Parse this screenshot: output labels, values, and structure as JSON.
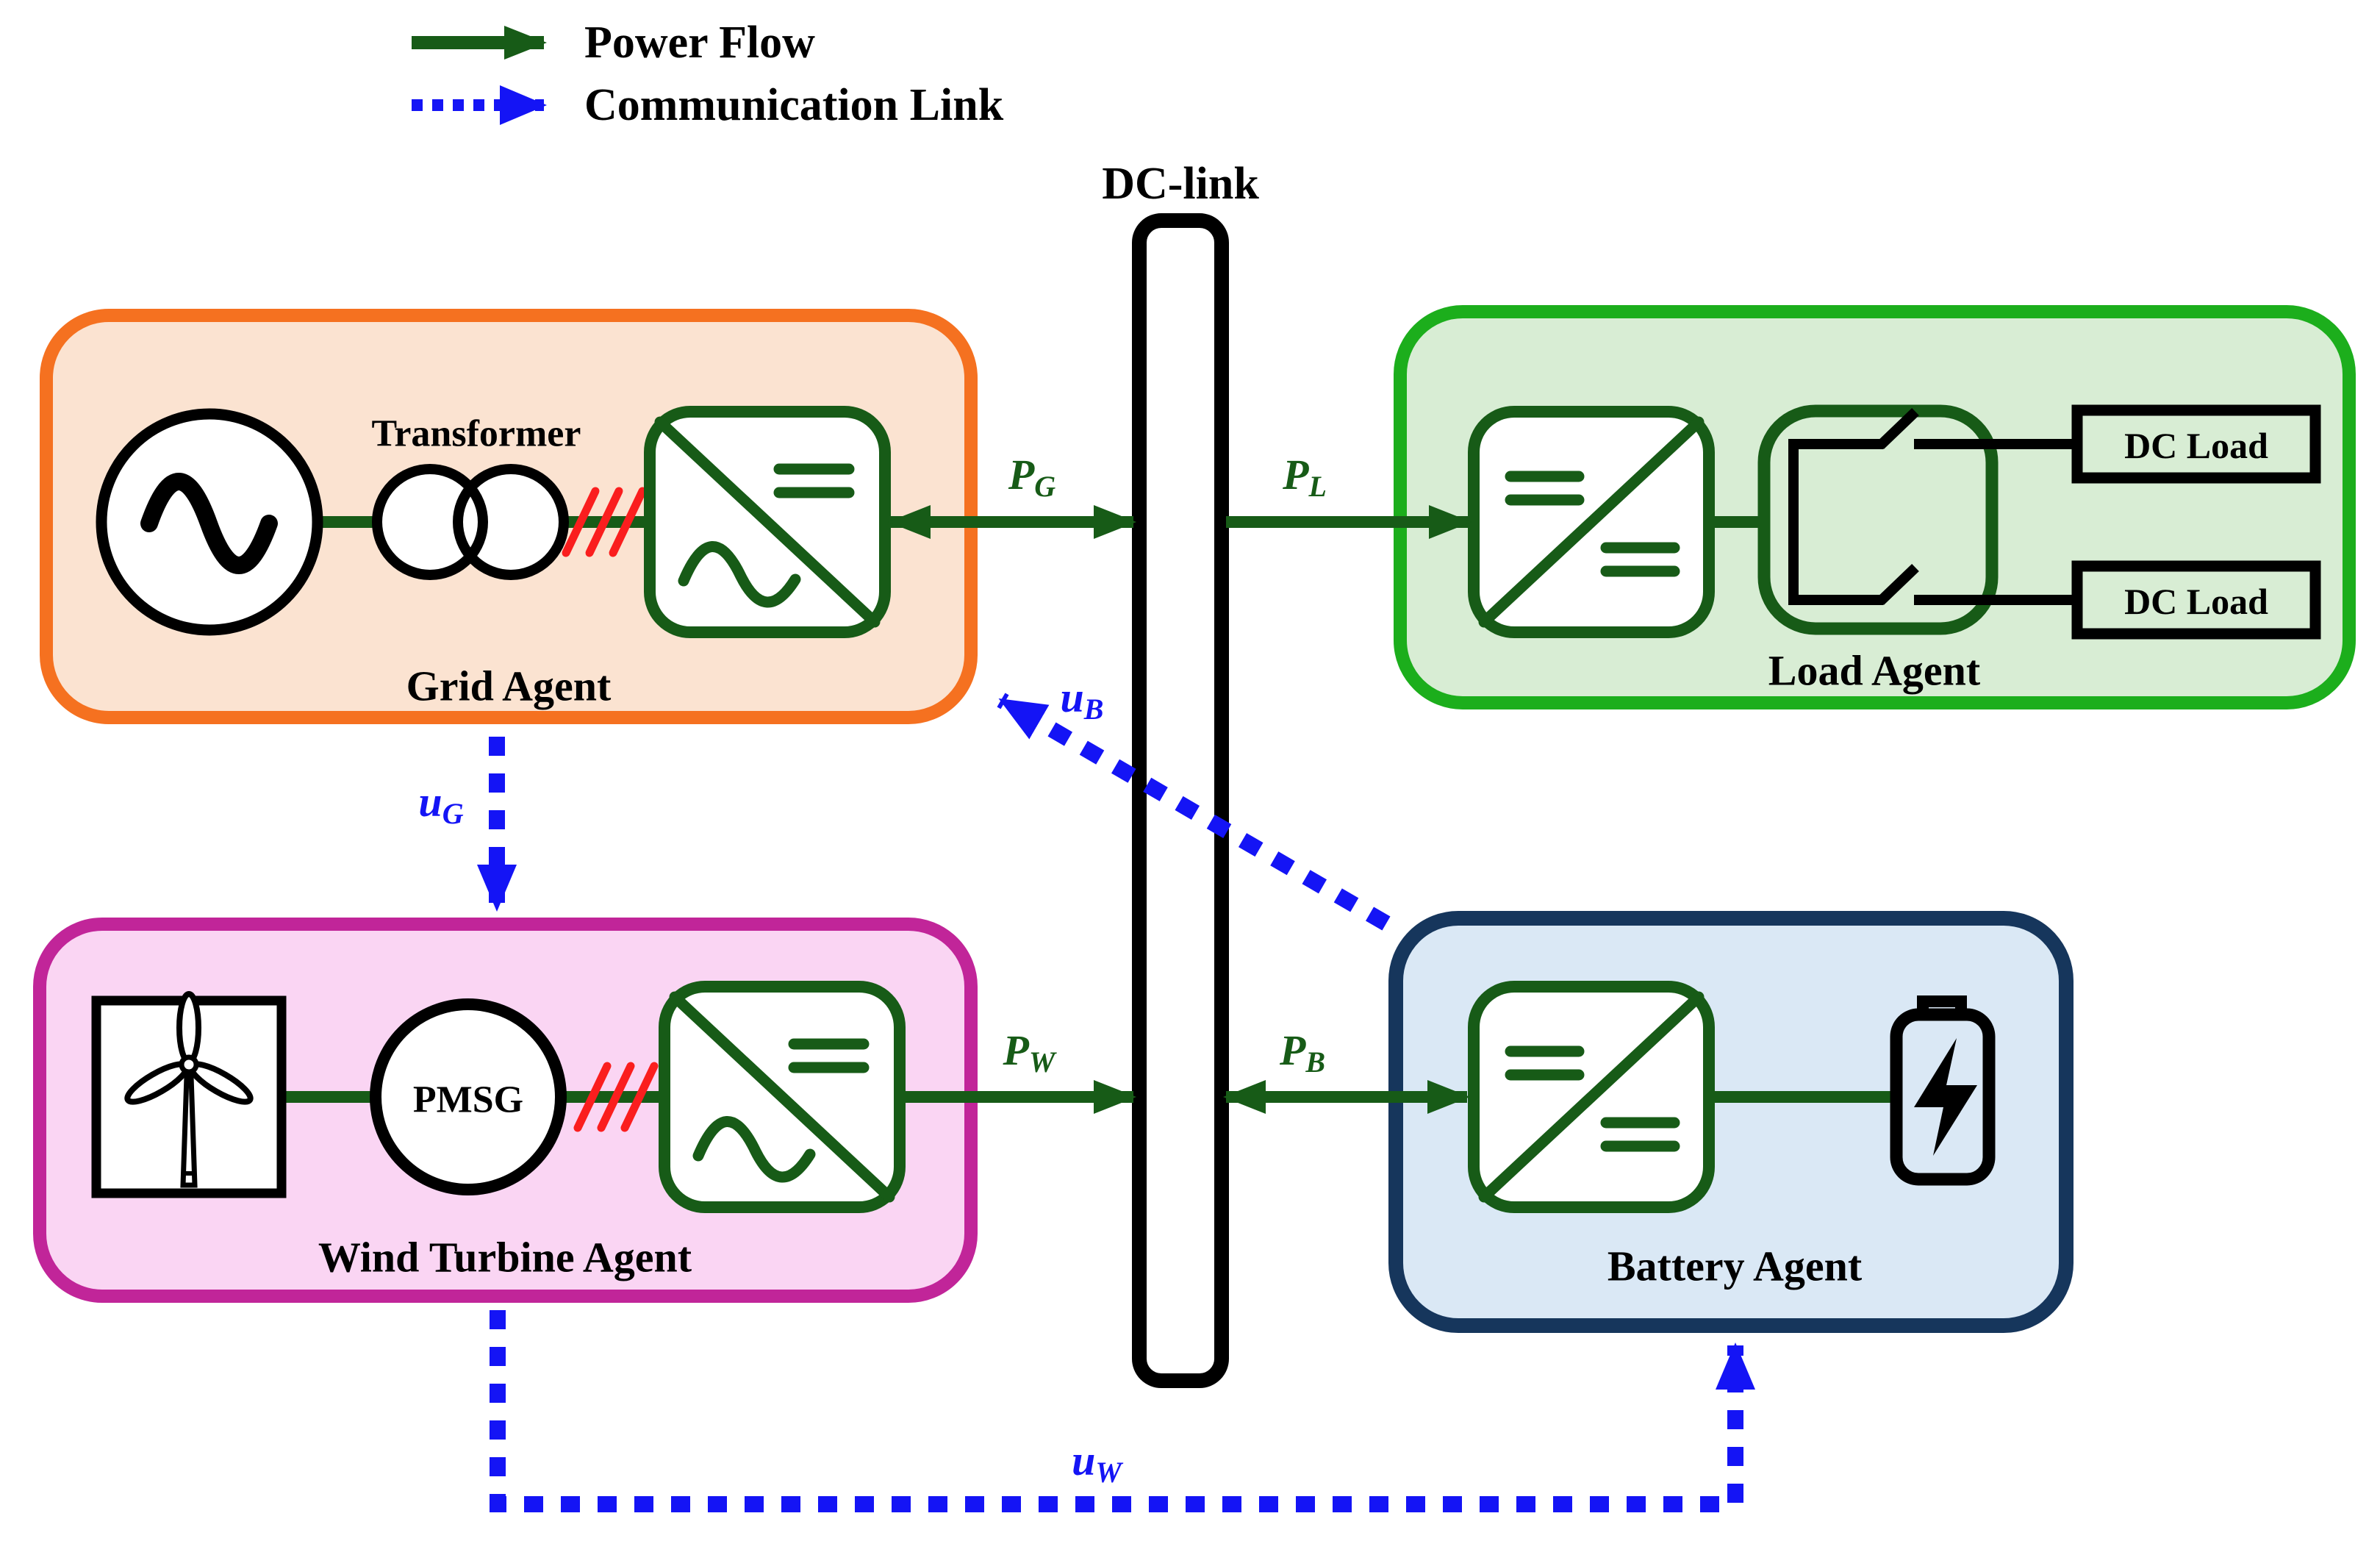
{
  "legend": {
    "power_flow": "Power Flow",
    "communication_link": "Communication Link"
  },
  "dc_link": {
    "label": "DC-link"
  },
  "agents": {
    "grid": {
      "name": "Grid Agent",
      "transformer_label": "Transformer"
    },
    "load": {
      "name": "Load Agent",
      "dc_load_1": "DC Load",
      "dc_load_2": "DC Load"
    },
    "wind": {
      "name": "Wind Turbine Agent",
      "generator_label": "PMSG"
    },
    "battery": {
      "name": "Battery Agent"
    }
  },
  "power_labels": {
    "pg": {
      "base": "P",
      "sub": "G"
    },
    "pl": {
      "base": "P",
      "sub": "L"
    },
    "pw": {
      "base": "P",
      "sub": "W"
    },
    "pb": {
      "base": "P",
      "sub": "B"
    }
  },
  "comm_labels": {
    "ug": {
      "base": "u",
      "sub": "G"
    },
    "ub": {
      "base": "u",
      "sub": "B"
    },
    "uw": {
      "base": "u",
      "sub": "W"
    }
  },
  "colors": {
    "dgreen": "#175B17",
    "blue": "#1414F5",
    "red": "#FA1E1E",
    "orange_border": "#F57120",
    "orange_fill": "#FBE3D1",
    "green_border": "#1CAE1C",
    "green_fill": "#D8EDD4",
    "pink_border": "#C12599",
    "pink_fill": "#FAD5F3",
    "navy_border": "#16365C",
    "navy_fill": "#DAE8F5"
  }
}
